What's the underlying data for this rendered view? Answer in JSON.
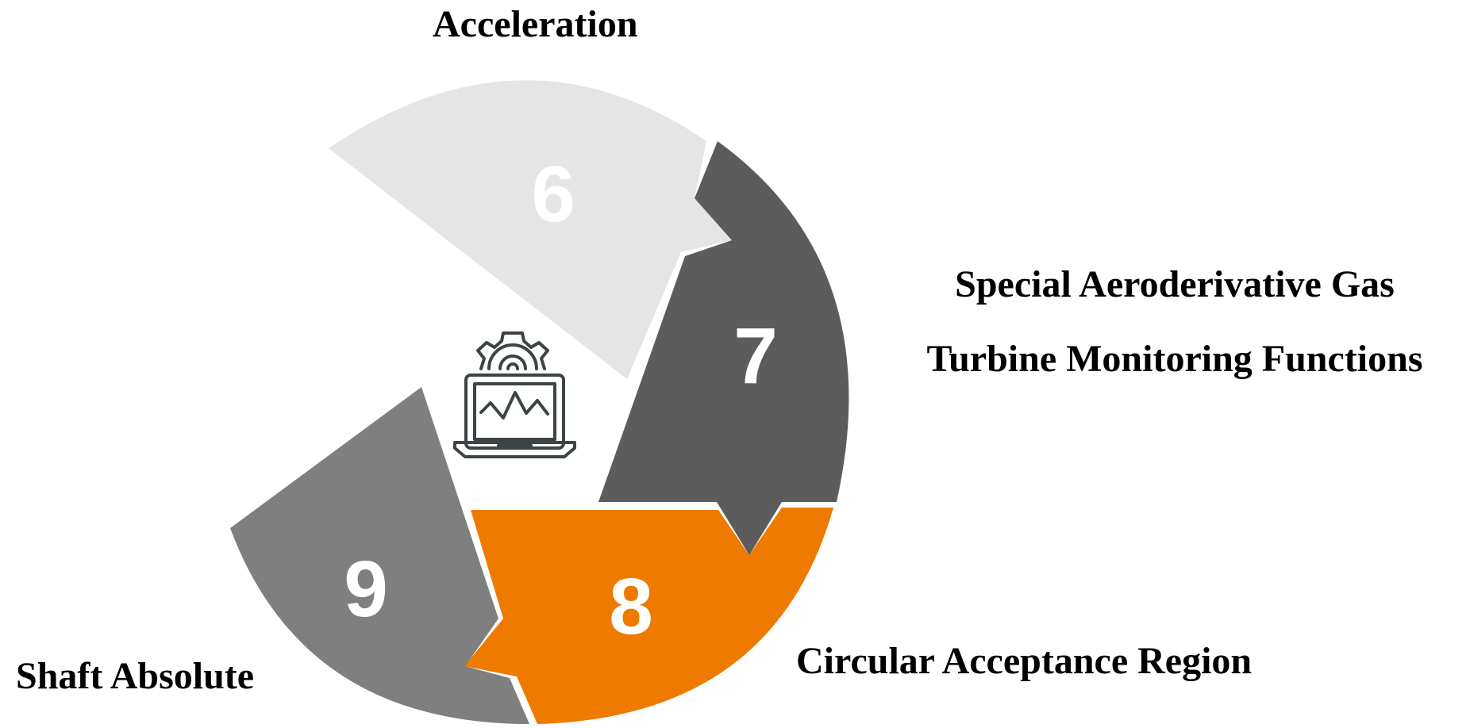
{
  "segments": [
    {
      "number": "6",
      "label": "Acceleration",
      "color": "#e6e5e6",
      "number_color": "#ffffff"
    },
    {
      "number": "7",
      "label_lines": [
        "Special Aeroderivative Gas",
        "Turbine Monitoring Functions"
      ],
      "color": "#5c5c5c",
      "number_color": "#ffffff"
    },
    {
      "number": "8",
      "label": "Circular Acceptance Region",
      "color": "#ef7a00",
      "number_color": "#ffffff"
    },
    {
      "number": "9",
      "label": "Shaft Absolute",
      "color": "#7f7f7f",
      "number_color": "#ffffff"
    }
  ],
  "center_icon": "laptop-gear-monitoring-icon",
  "icon_color": "#3d4446"
}
